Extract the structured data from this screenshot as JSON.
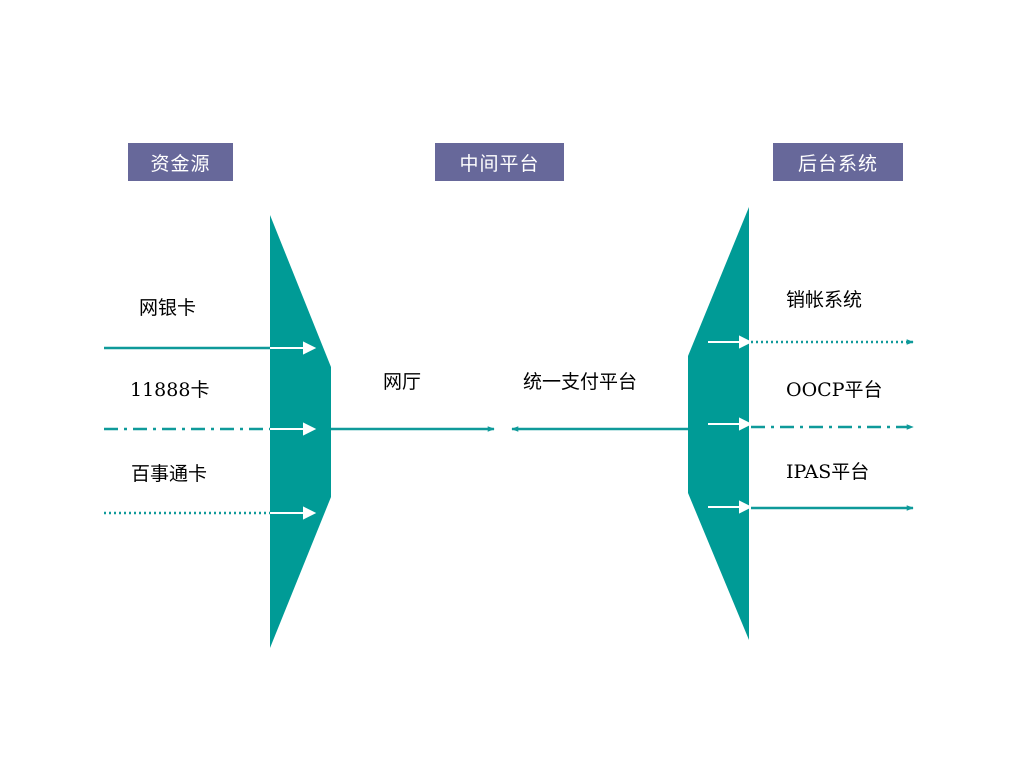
{
  "headers": {
    "source": "资金源",
    "middle": "中间平台",
    "backend": "后台系统"
  },
  "sources": [
    {
      "label": "网银卡",
      "line_style": "solid"
    },
    {
      "label": "11888卡",
      "line_style": "dash-dot"
    },
    {
      "label": "百事通卡",
      "line_style": "dotted"
    }
  ],
  "middle": {
    "hall": "网厅",
    "payment_platform": "统一支付平台"
  },
  "backends": [
    {
      "label": "销帐系统",
      "line_style": "dotted"
    },
    {
      "label": "OOCP平台",
      "line_style": "dash-dot"
    },
    {
      "label": "IPAS平台",
      "line_style": "solid"
    }
  ],
  "colors": {
    "header_bg": "#67689a",
    "funnel": "#009b96",
    "line": "#0f9a9a",
    "arrow_on_funnel": "#ffffff"
  }
}
